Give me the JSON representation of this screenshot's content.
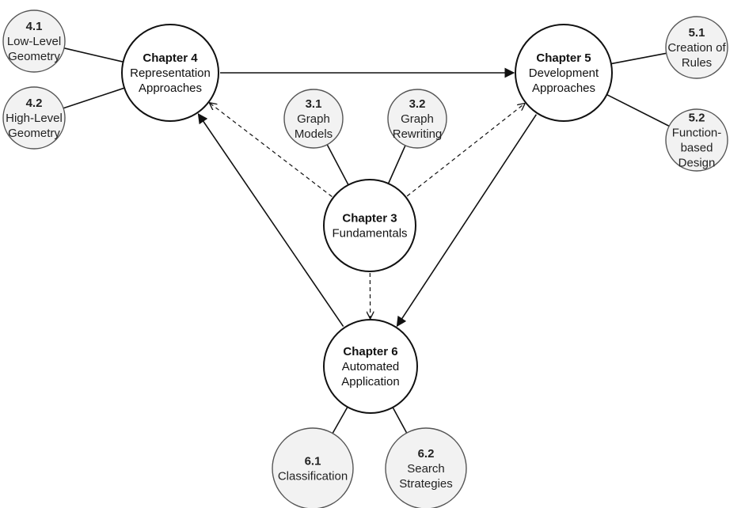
{
  "nodes": {
    "ch3": {
      "title": "Chapter 3",
      "lines": [
        "Fundamentals"
      ]
    },
    "ch4": {
      "title": "Chapter 4",
      "lines": [
        "Representation",
        "Approaches"
      ]
    },
    "ch5": {
      "title": "Chapter 5",
      "lines": [
        "Development",
        "Approaches"
      ]
    },
    "ch6": {
      "title": "Chapter 6",
      "lines": [
        "Automated",
        "Application"
      ]
    },
    "s31": {
      "title": "3.1",
      "lines": [
        "Graph",
        "Models"
      ]
    },
    "s32": {
      "title": "3.2",
      "lines": [
        "Graph",
        "Rewriting"
      ]
    },
    "s41": {
      "title": "4.1",
      "lines": [
        "Low-Level",
        "Geometry"
      ]
    },
    "s42": {
      "title": "4.2",
      "lines": [
        "High-Level",
        "Geometry"
      ]
    },
    "s51": {
      "title": "5.1",
      "lines": [
        "Creation of",
        "Rules"
      ]
    },
    "s52": {
      "title": "5.2",
      "lines": [
        "Function-",
        "based",
        "Design"
      ]
    },
    "s61": {
      "title": "6.1",
      "lines": [
        "Classification"
      ]
    },
    "s62": {
      "title": "6.2",
      "lines": [
        "Search",
        "Strategies"
      ]
    }
  },
  "edges": [
    {
      "from": "ch4",
      "to": "ch5",
      "style": "solid-arrow"
    },
    {
      "from": "ch5",
      "to": "ch6",
      "style": "solid-arrow"
    },
    {
      "from": "ch6",
      "to": "ch4",
      "style": "solid-arrow"
    },
    {
      "from": "ch3",
      "to": "ch4",
      "style": "dashed-arrow"
    },
    {
      "from": "ch3",
      "to": "ch5",
      "style": "dashed-arrow"
    },
    {
      "from": "ch3",
      "to": "ch6",
      "style": "dashed-arrow"
    },
    {
      "from": "ch3",
      "to": "s31",
      "style": "line"
    },
    {
      "from": "ch3",
      "to": "s32",
      "style": "line"
    },
    {
      "from": "ch4",
      "to": "s41",
      "style": "line"
    },
    {
      "from": "ch4",
      "to": "s42",
      "style": "line"
    },
    {
      "from": "ch5",
      "to": "s51",
      "style": "line"
    },
    {
      "from": "ch5",
      "to": "s52",
      "style": "line"
    },
    {
      "from": "ch6",
      "to": "s61",
      "style": "line"
    },
    {
      "from": "ch6",
      "to": "s62",
      "style": "line"
    }
  ],
  "colors": {
    "main_fill": "#ffffff",
    "sub_fill": "#f2f2f2",
    "stroke": "#111111"
  }
}
